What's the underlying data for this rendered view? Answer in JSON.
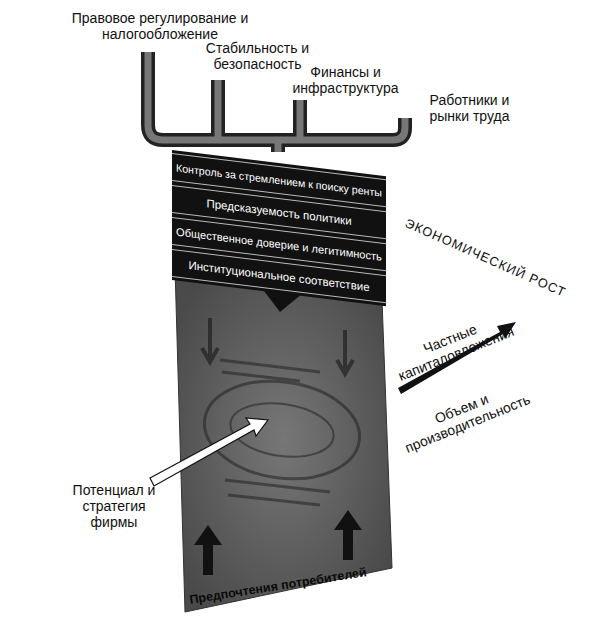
{
  "diagram": {
    "nodes": [
      {
        "text": [
          "Контроль за стремлением к поиску ренты"
        ]
      },
      {
        "text": [
          "Предсказуемость политики"
        ]
      },
      {
        "text": [
          "Общественное доверие и легитимность"
        ]
      },
      {
        "text": [
          "Институциональное соответствие"
        ]
      }
    ],
    "labels": [
      "Правовое регулирование и налогообложение",
      "Стабильность и безопасность",
      "Финансы и инфраструктура",
      "Работники и рынки труда",
      "ЭКОНОМИЧЕСКИЙ РОСТ",
      "Частные капиталовложения",
      "Объем и производительность",
      "Потенциал и стратегия фирмы",
      "Предпочтения потребителей"
    ]
  }
}
